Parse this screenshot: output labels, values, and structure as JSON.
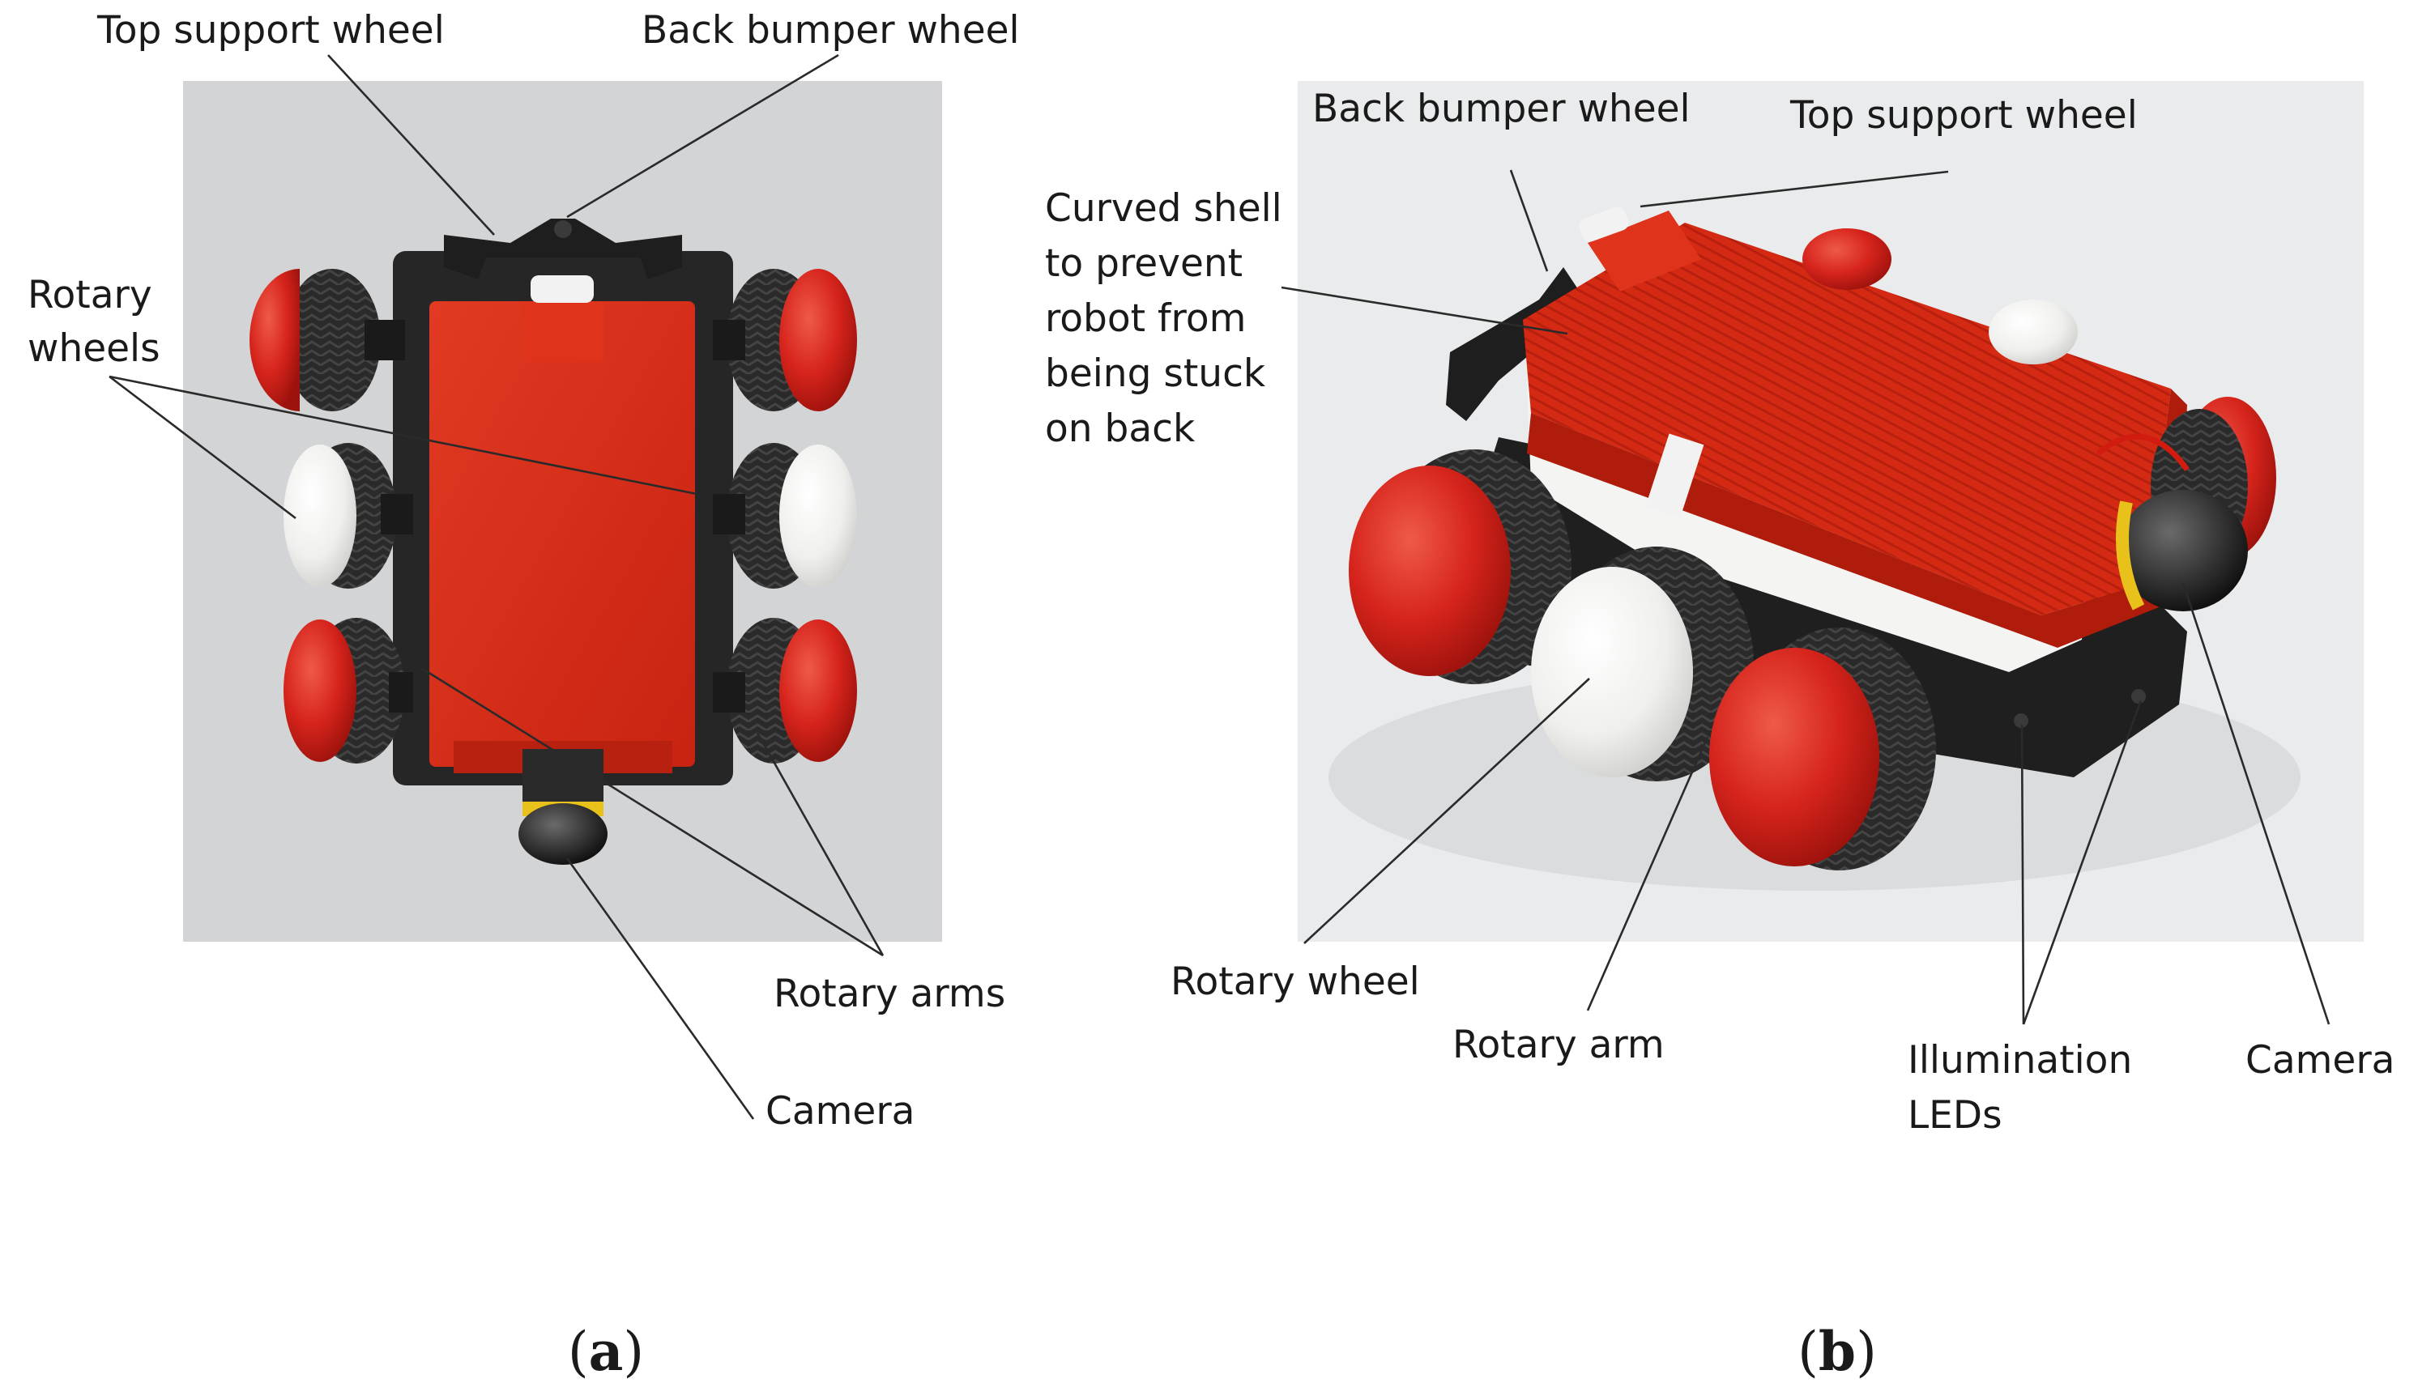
{
  "panels": [
    {
      "id": "a",
      "caption": "a",
      "labels": {
        "top_support_wheel": "Top support wheel",
        "back_bumper_wheel": "Back bumper wheel",
        "rotary_wheels": [
          "Rotary",
          "wheels"
        ],
        "rotary_arms": "Rotary arms",
        "camera": "Camera"
      }
    },
    {
      "id": "b",
      "caption": "b",
      "labels": {
        "back_bumper_wheel": "Back bumper wheel",
        "top_support_wheel": "Top support wheel",
        "curved_shell": [
          "Curved shell",
          "to prevent",
          "robot from",
          "being stuck",
          "on back"
        ],
        "rotary_wheel": "Rotary wheel",
        "rotary_arm": "Rotary arm",
        "illumination_leds": [
          "Illumination",
          "LEDs"
        ],
        "camera": "Camera"
      }
    }
  ],
  "colors": {
    "background": "#ffffff",
    "photo_bg_a": "#d3d4d6",
    "photo_bg_b": "#e9ebec",
    "shell_red": "#d42a14",
    "wheel_red": "#d6241c",
    "wheel_white": "#f3f3f1",
    "rubber_black": "#242424",
    "body_white": "#f4f4f2"
  }
}
